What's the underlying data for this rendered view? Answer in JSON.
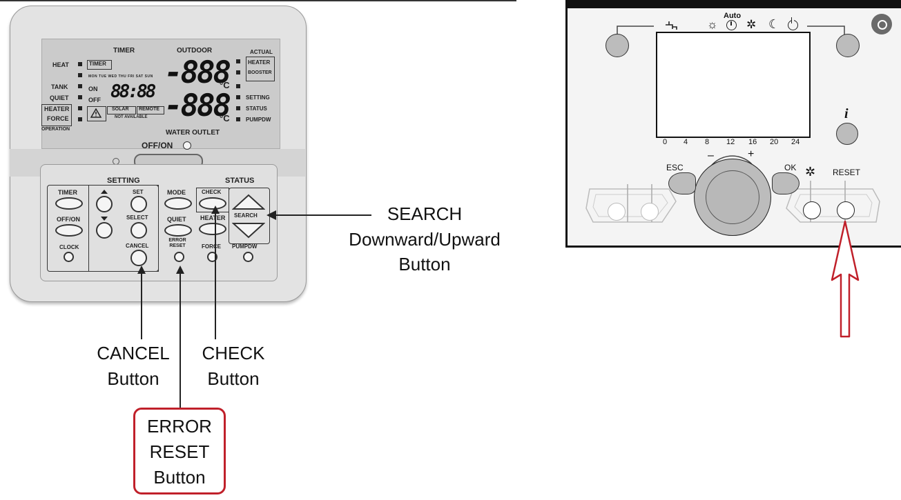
{
  "left_panel": {
    "lcd": {
      "timer": "TIMER",
      "outdoor": "OUTDOOR",
      "actual": "ACTUAL",
      "heat": "HEAT",
      "tank": "TANK",
      "quiet": "QUIET",
      "heater_force_1": "HEATER",
      "heater_force_2": "FORCE",
      "operation": "OPERATION",
      "timer_box": "TIMER",
      "days": "MON TUE WED THU FRI SAT SUN",
      "on": "ON",
      "off": "OFF",
      "clock": "88:88",
      "temp1": "-888",
      "temp2": "-888",
      "unit1": "°C",
      "unit2": "°C",
      "heater": "HEATER",
      "booster": "BOOSTER",
      "setting": "SETTING",
      "status": "STATUS",
      "pumpdw": "PUMPDW",
      "solar": "SOLAR",
      "remote": "REMOTE",
      "not_available": "NOT AVAILABLE",
      "water_outlet": "WATER OUTLET"
    },
    "off_on": "OFF/ON",
    "setting_title": "SETTING",
    "status_title": "STATUS",
    "buttons": {
      "timer": "TIMER",
      "off_on": "OFF/ON",
      "clock": "CLOCK",
      "set": "SET",
      "select": "SELECT",
      "cancel": "CANCEL",
      "mode": "MODE",
      "quiet": "QUIET",
      "error_reset": "ERROR RESET",
      "check": "CHECK",
      "heater": "HEATER",
      "force": "FORCE",
      "search": "SEARCH",
      "pumpdw": "PUMPDW"
    },
    "callouts": {
      "search_1": "SEARCH",
      "search_2": "Downward/Upward",
      "search_3": "Button",
      "cancel_1": "CANCEL",
      "cancel_2": "Button",
      "check_1": "CHECK",
      "check_2": "Button",
      "error_1": "ERROR",
      "error_2": "RESET",
      "error_3": "Button"
    }
  },
  "right_panel": {
    "auto": "Auto",
    "ticks": [
      "0",
      "4",
      "8",
      "12",
      "16",
      "20",
      "24"
    ],
    "minus": "–",
    "plus": "+",
    "esc": "ESC",
    "ok": "OK",
    "reset": "RESET",
    "info": "i"
  },
  "colors": {
    "device_body": "#e2e2e2",
    "lcd_background": "#cbcbcb",
    "highlight_red": "#c0202a",
    "arrow_red": "#c0202a",
    "knob": "#bcbcbc"
  }
}
